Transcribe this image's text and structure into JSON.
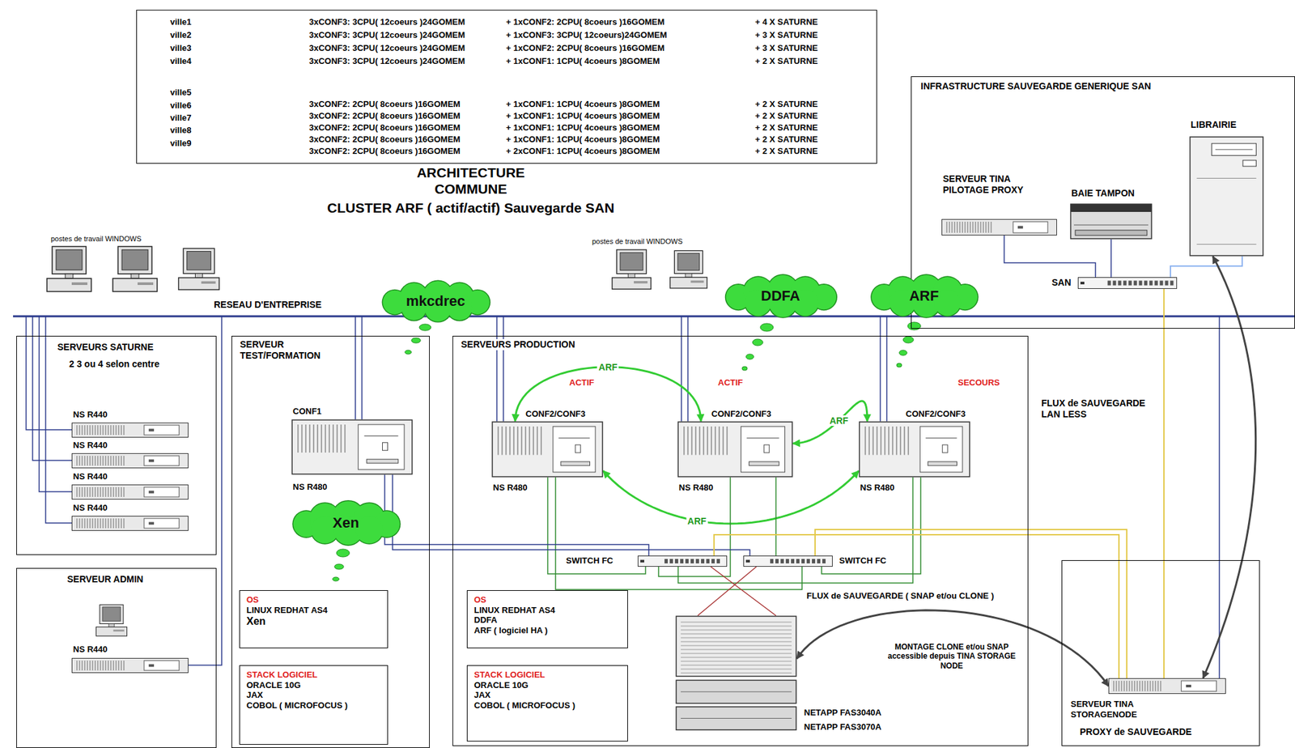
{
  "diagram": {
    "title": "ARCHITECTURE COMMUNE",
    "nodes": [
      {
        "text": [
          "ville1",
          "3xCONF3: 3CPU( 12coeurs )24GOMEM",
          "+ 1xCONF2: 2CPU( 8coeurs )16GOMEM",
          "+ 4 X SATURNE",
          "ville2",
          "3xCONF3: 3CPU( 12coeurs )24GOMEM",
          "+ 1xCONF3: 3CPU( 12coeurs)24GOMEM",
          "+ 3 X SATURNE",
          "ville3",
          "3xCONF3: 3CPU( 12coeurs )24GOMEM",
          "+ 1xCONF2: 2CPU( 8coeurs )16GOMEM",
          "+ 3 X SATURNE",
          "ville4",
          "3xCONF3: 3CPU( 12coeurs )24GOMEM",
          "+ 1xCONF1: 1CPU( 4coeurs )8GOMEM",
          "+ 2 X SATURNE",
          "ville5",
          "ville6",
          "3xCONF2: 2CPU( 8coeurs )16GOMEM",
          "+ 1xCONF1: 1CPU( 4coeurs )8GOMEM",
          "+ 2 X SATURNE",
          "ville7",
          "3xCONF2: 2CPU( 8coeurs )16GOMEM",
          "+ 1xCONF1: 1CPU( 4coeurs )8GOMEM",
          "+ 2 X SATURNE",
          "ville8",
          "3xCONF2: 2CPU( 8coeurs )16GOMEM",
          "+ 1xCONF1: 1CPU( 4coeurs )8GOMEM",
          "+ 2 X SATURNE",
          "ville9",
          "3xCONF2: 2CPU( 8coeurs )16GOMEM",
          "+ 1xCONF1: 1CPU( 4coeurs )8GOMEM",
          "+ 2 X SATURNE",
          "3xCONF2: 2CPU( 8coeurs )16GOMEM",
          "+ 2xCONF1: 1CPU( 4coeurs )8GOMEM",
          "+ 2 X SATURNE"
        ]
      },
      {
        "text": [
          "INFRASTRUCTURE SAUVEGARDE GENERIQUE SAN"
        ]
      },
      {
        "text": [
          "SERVEUR TINA PILOTAGE PROXY"
        ],
        "in": 1
      },
      {
        "text": [
          "BAIE TAMPON"
        ],
        "in": 1
      },
      {
        "text": [
          "LIBRAIRIE"
        ],
        "in": 1
      },
      {
        "text": [
          "SAN"
        ],
        "in": 1
      },
      {
        "text": [
          "mkcdrec"
        ]
      },
      {
        "text": [
          "DDFA"
        ]
      },
      {
        "text": [
          "ARF"
        ]
      },
      {
        "text": [
          "SERVEURS SATURNE",
          "2 3 ou 4 selon centre"
        ]
      },
      {
        "text": [
          "NS R440"
        ],
        "in": 9
      },
      {
        "text": [
          "NS R440"
        ],
        "in": 9
      },
      {
        "text": [
          "NS R440"
        ],
        "in": 9
      },
      {
        "text": [
          "NS R440"
        ],
        "in": 9
      },
      {
        "text": [
          "SERVEUR ADMIN"
        ]
      },
      {
        "text": [
          "NS R440"
        ],
        "in": 14
      },
      {
        "text": [
          "SERVEUR TEST/FORMATION"
        ]
      },
      {
        "text": [
          "CONF1",
          "NS R480"
        ],
        "in": 16
      },
      {
        "text": [
          "Xen"
        ],
        "in": 16
      },
      {
        "text": [
          "OS",
          "LINUX REDHAT AS4",
          "Xen"
        ],
        "in": 16
      },
      {
        "text": [
          "STACK LOGICIEL",
          "ORACLE 10G",
          "JAX",
          "COBOL ( MICROFOCUS )"
        ],
        "in": 16
      },
      {
        "text": [
          "SERVEURS PRODUCTION"
        ]
      },
      {
        "text": [
          "ACTIF",
          "CONF2/CONF3",
          "NS R480"
        ],
        "in": 21
      },
      {
        "text": [
          "ACTIF",
          "CONF2/CONF3",
          "NS R480"
        ],
        "in": 21
      },
      {
        "text": [
          "SECOURS",
          "CONF2/CONF3",
          "NS R480"
        ],
        "in": 21
      },
      {
        "text": [
          "SWITCH FC"
        ],
        "in": 21
      },
      {
        "text": [
          "SWITCH FC"
        ],
        "in": 21
      },
      {
        "text": [
          "NETAPP FAS3040A",
          "NETAPP FAS3070A"
        ],
        "in": 21
      },
      {
        "text": [
          "OS",
          "LINUX REDHAT AS4",
          "DDFA",
          "ARF ( logiciel HA )"
        ],
        "in": 21
      },
      {
        "text": [
          "STACK LOGICIEL",
          "ORACLE 10G",
          "JAX",
          "COBOL ( MICROFOCUS )"
        ],
        "in": 21
      },
      {
        "text": [
          "PROXY de SAUVEGARDE"
        ]
      },
      {
        "text": [
          "SERVEUR TINA STORAGENODE"
        ],
        "in": 30
      }
    ],
    "edges": [
      {
        "from": 22,
        "to": 23,
        "arrow": "both",
        "label": "ARF"
      },
      {
        "from": 23,
        "to": 24,
        "arrow": "both",
        "label": "ARF"
      },
      {
        "from": 22,
        "to": 24,
        "arrow": "both",
        "label": "ARF"
      },
      {
        "from": 22,
        "to": 25,
        "arrow": "none"
      },
      {
        "from": 22,
        "to": 26,
        "arrow": "none"
      },
      {
        "from": 23,
        "to": 25,
        "arrow": "none"
      },
      {
        "from": 23,
        "to": 26,
        "arrow": "none"
      },
      {
        "from": 24,
        "to": 25,
        "arrow": "none"
      },
      {
        "from": 24,
        "to": 26,
        "arrow": "none"
      },
      {
        "from": 25,
        "to": 27,
        "arrow": "none"
      },
      {
        "from": 26,
        "to": 27,
        "arrow": "none"
      },
      {
        "from": 17,
        "to": 25,
        "arrow": "none"
      },
      {
        "from": 17,
        "to": 26,
        "arrow": "none"
      },
      {
        "from": 25,
        "to": 31,
        "arrow": "none"
      },
      {
        "from": 26,
        "to": 31,
        "arrow": "none"
      },
      {
        "from": 2,
        "to": 5,
        "arrow": "none"
      },
      {
        "from": 3,
        "to": 5,
        "arrow": "none"
      },
      {
        "from": 5,
        "to": 4,
        "arrow": "none"
      },
      {
        "from": 5,
        "to": 31,
        "arrow": "none"
      },
      {
        "from": 31,
        "to": 4,
        "arrow": "both"
      },
      {
        "from": 27,
        "to": 31,
        "arrow": "both"
      }
    ],
    "labels": [
      "CLUSTER ARF ( actif/actif) Sauvegarde SAN",
      "postes de travail WINDOWS",
      "postes de travail WINDOWS",
      "RESEAU D'ENTREPRISE",
      "FLUX de SAUVEGARDE LAN LESS",
      "FLUX de SAUVEGARDE ( SNAP et/ou CLONE )",
      "MONTAGE CLONE et/ou SNAP accessible depuis TINA STORAGE NODE"
    ]
  }
}
